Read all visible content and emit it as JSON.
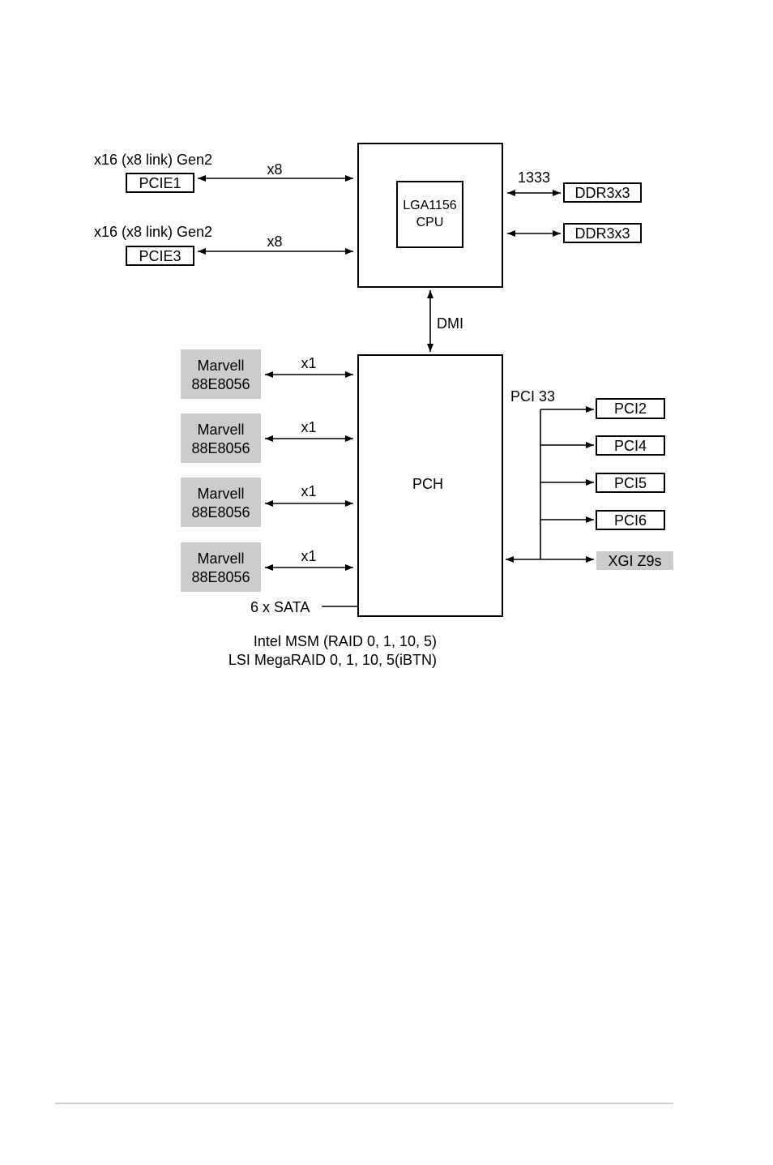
{
  "pcie": [
    {
      "slot": "PCIE1",
      "spec": "x16 (x8 link) Gen2",
      "lanes": "x8"
    },
    {
      "slot": "PCIE3",
      "spec": "x16 (x8 link) Gen2",
      "lanes": "x8"
    }
  ],
  "cpu": {
    "line1": "LGA1156",
    "line2": "CPU"
  },
  "memory": {
    "speed": "1333",
    "channels": [
      "DDR3x3",
      "DDR3x3"
    ]
  },
  "dmi_label": "DMI",
  "pch_label": "PCH",
  "lan": [
    {
      "line1": "Marvell",
      "line2": "88E8056",
      "lanes": "x1"
    },
    {
      "line1": "Marvell",
      "line2": "88E8056",
      "lanes": "x1"
    },
    {
      "line1": "Marvell",
      "line2": "88E8056",
      "lanes": "x1"
    },
    {
      "line1": "Marvell",
      "line2": "88E8056",
      "lanes": "x1"
    }
  ],
  "pci": {
    "bus_label": "PCI 33",
    "slots": [
      "PCI2",
      "PCI4",
      "PCI5",
      "PCI6"
    ],
    "vga": "XGI Z9s"
  },
  "sata": {
    "label": "6 x SATA",
    "raid_line1": "Intel MSM (RAID 0, 1, 10, 5)",
    "raid_line2": "LSI MegaRAID 0, 1, 10, 5(iBTN)"
  }
}
